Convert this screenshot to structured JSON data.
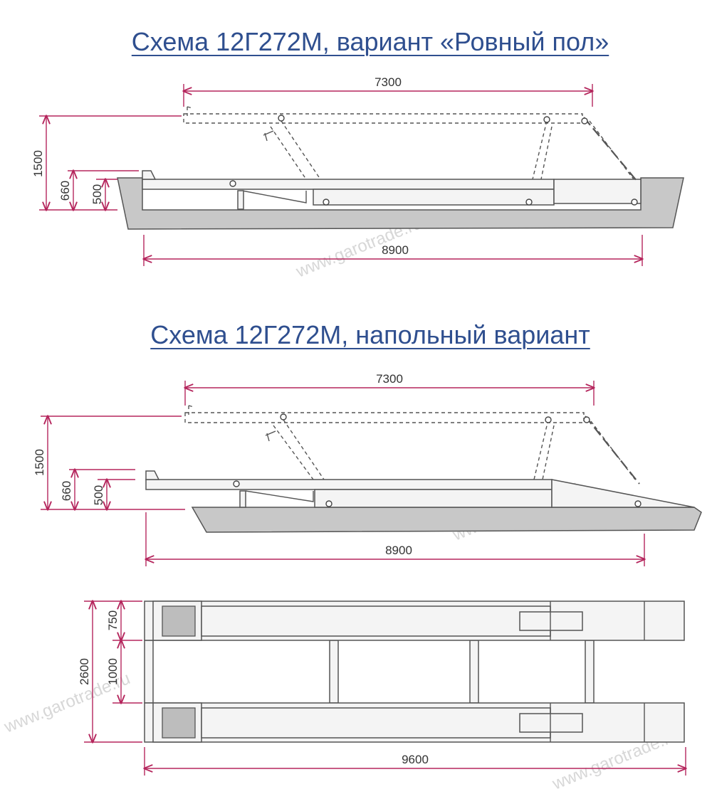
{
  "titles": {
    "top": "Схема 12Г272М, вариант «Ровный пол»",
    "middle": "Схема 12Г272М, напольный вариант"
  },
  "diagram1": {
    "dims": {
      "length_raised": "7300",
      "height_raised": "1500",
      "height_660": "660",
      "height_500": "500",
      "length_total": "8900"
    }
  },
  "diagram2": {
    "dims": {
      "length_raised": "7300",
      "height_raised": "1500",
      "height_660": "660",
      "height_500": "500",
      "length_total": "8900"
    }
  },
  "plan_view": {
    "dims": {
      "width_total": "2600",
      "runway_width": "750",
      "gap": "1000",
      "length_total": "9600"
    }
  },
  "watermark": "www.garotrade.ru"
}
